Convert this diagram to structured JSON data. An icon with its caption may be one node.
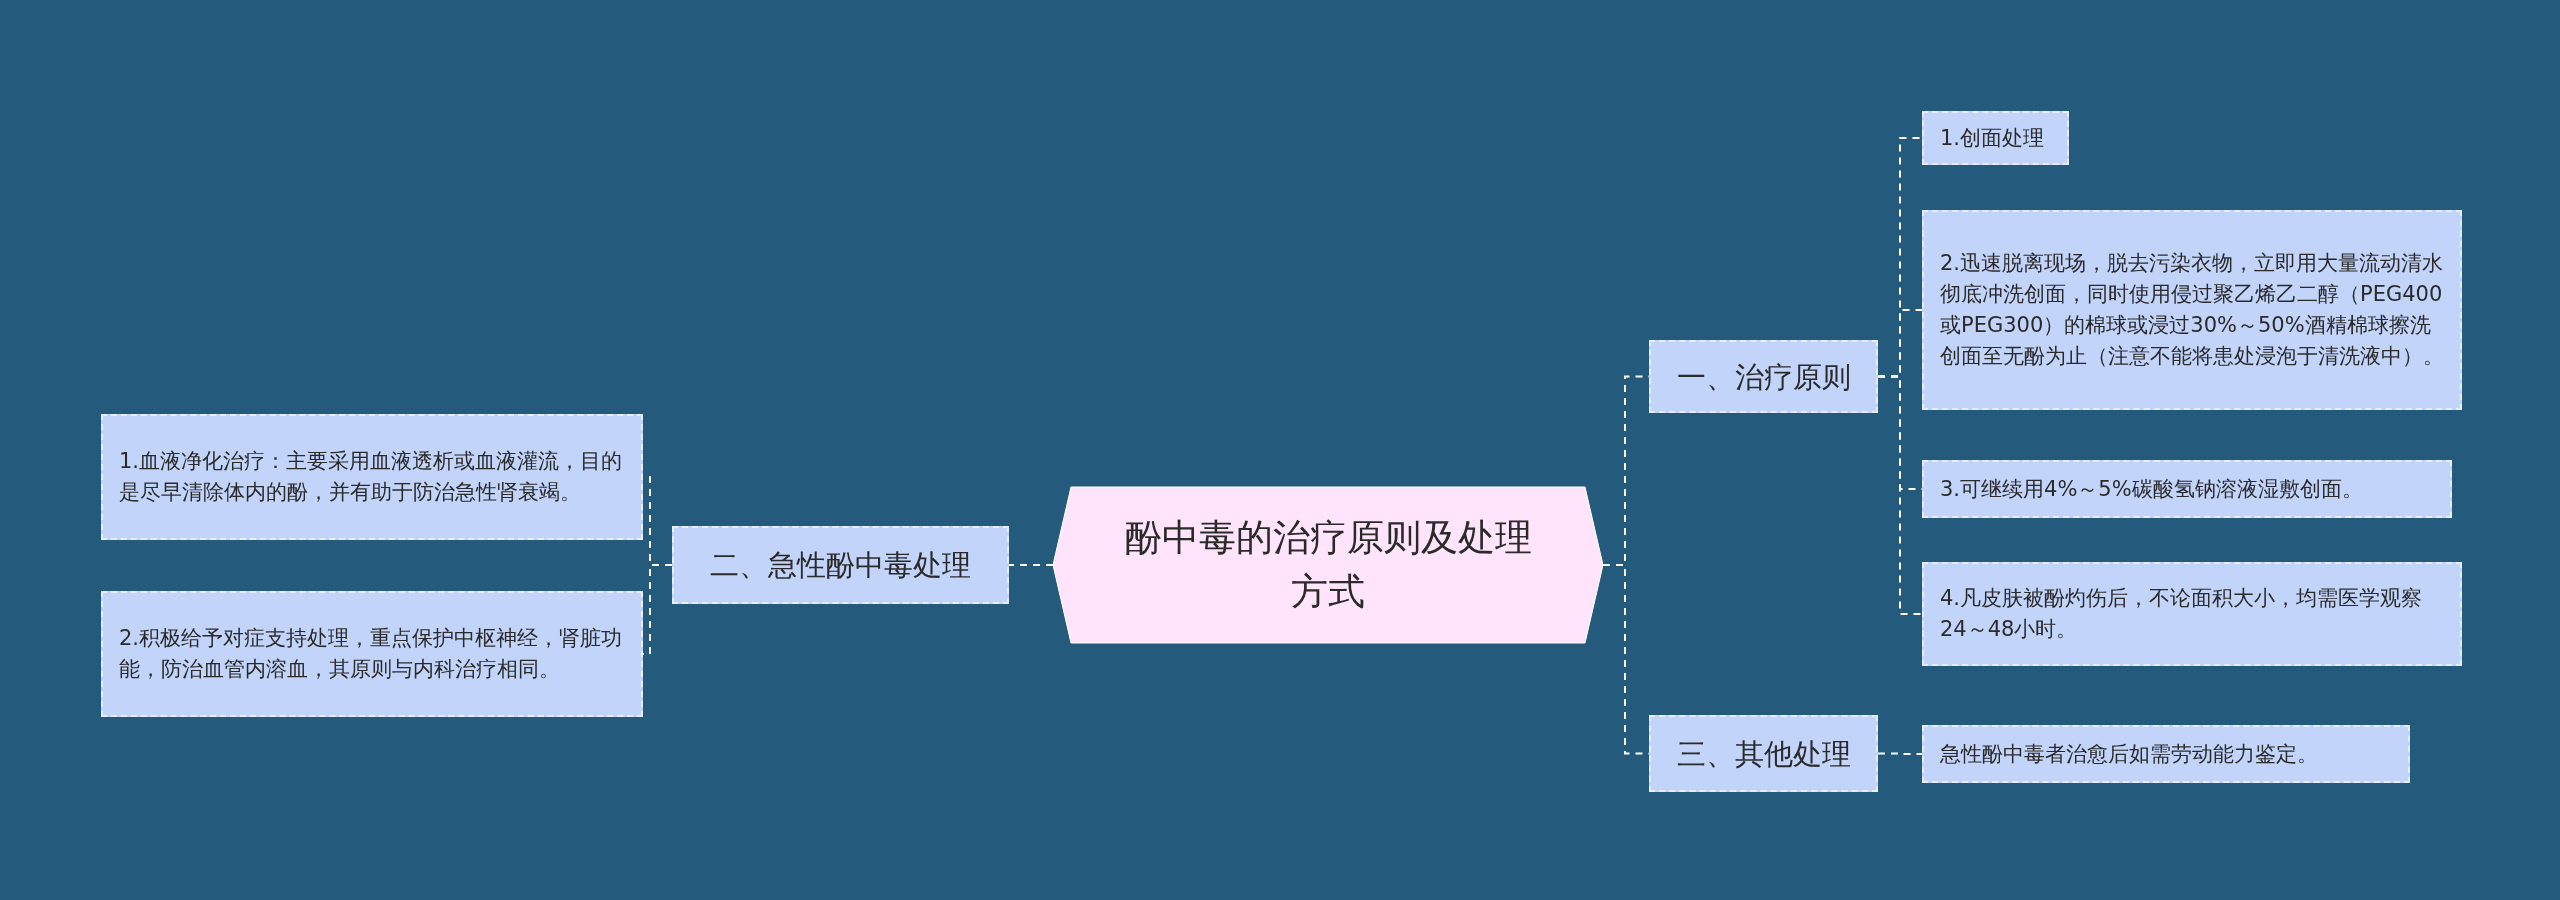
{
  "diagram": {
    "nodes": [
      {
        "text": [
          "酚中毒的治疗原则及处理方式"
        ]
      },
      {
        "text": [
          "一、治疗原则"
        ]
      },
      {
        "text": [
          "1.创面处理"
        ]
      },
      {
        "text": [
          "2.迅速脱离现场，脱去污染衣物，立即用大量流动清水彻底冲洗创面，同时使用侵过聚乙烯乙二醇（PEG400或PEG300）的棉球或浸过30%～50%酒精棉球擦洗创面至无酚为止（注意不能将患处浸泡于清洗液中）。"
        ]
      },
      {
        "text": [
          "3.可继续用4%～5%碳酸氢钠溶液湿敷创面。"
        ]
      },
      {
        "text": [
          "4.凡皮肤被酚灼伤后，不论面积大小，均需医学观察24～48小时。"
        ]
      },
      {
        "text": [
          "二、急性酚中毒处理"
        ]
      },
      {
        "text": [
          "1.血液净化治疗：主要采用血液透析或血液灌流，目的是尽早清除体内的酚，并有助于防治急性肾衰竭。"
        ]
      },
      {
        "text": [
          "2.积极给予对症支持处理，重点保护中枢神经，肾脏功能，防治血管内溶血，其原则与内科治疗相同。"
        ]
      },
      {
        "text": [
          "三、其他处理"
        ]
      },
      {
        "text": [
          "急性酚中毒者治愈后如需劳动能力鉴定。"
        ]
      }
    ],
    "edges": [
      {
        "from": 0,
        "to": 1,
        "arrow": "none"
      },
      {
        "from": 1,
        "to": 2,
        "arrow": "none"
      },
      {
        "from": 1,
        "to": 3,
        "arrow": "none"
      },
      {
        "from": 1,
        "to": 4,
        "arrow": "none"
      },
      {
        "from": 1,
        "to": 5,
        "arrow": "none"
      },
      {
        "from": 0,
        "to": 6,
        "arrow": "none"
      },
      {
        "from": 6,
        "to": 7,
        "arrow": "none"
      },
      {
        "from": 6,
        "to": 8,
        "arrow": "none"
      },
      {
        "from": 0,
        "to": 9,
        "arrow": "none"
      },
      {
        "from": 9,
        "to": 10,
        "arrow": "none"
      }
    ]
  }
}
